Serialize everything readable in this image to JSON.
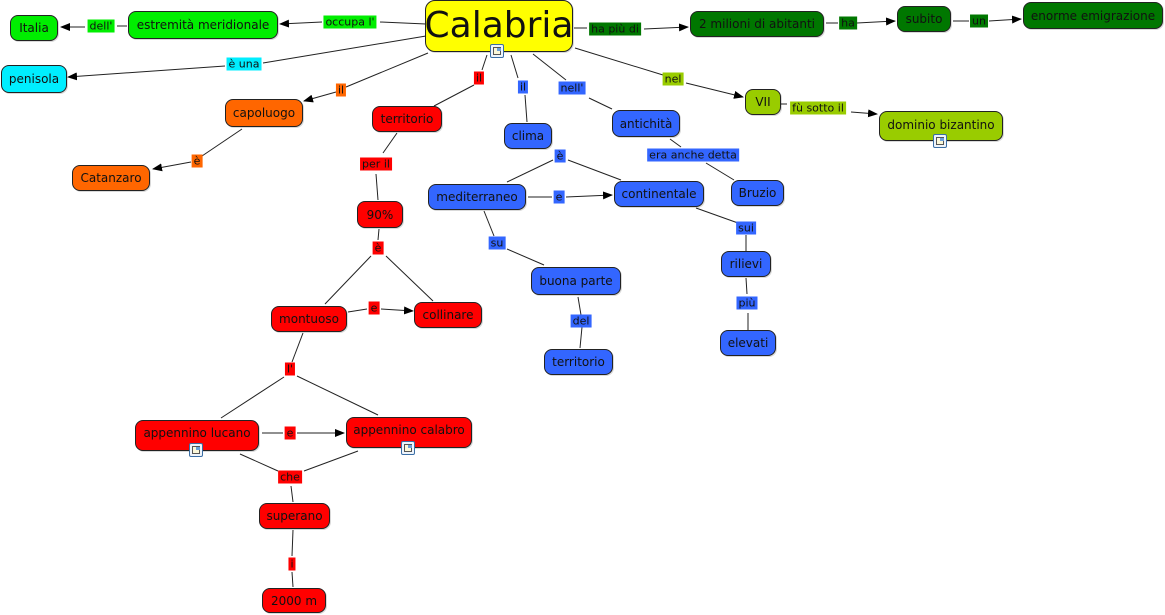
{
  "colors": {
    "yellow": "#ffff00",
    "light_green": "#00ee00",
    "dark_green": "#007700",
    "cyan": "#00eeff",
    "orange": "#ff6600",
    "red": "#ff0000",
    "blue": "#3366ff",
    "olive": "#99cc00"
  },
  "nodes": {
    "calabria": "Calabria",
    "estremita": "estremità meridionale",
    "italia": "Italia",
    "penisola": "penisola",
    "capoluogo": "capoluogo",
    "catanzaro": "Catanzaro",
    "territorio1": "territorio",
    "percent90": "90%",
    "montuoso": "montuoso",
    "collinare": "collinare",
    "app_lucano": "appennino lucano",
    "app_calabro": "appennino calabro",
    "superano": "superano",
    "m2000": "2000 m",
    "clima": "clima",
    "mediterraneo": "mediterraneo",
    "continentale": "continentale",
    "buona_parte": "buona parte",
    "territorio2": "territorio",
    "antichita": "antichità",
    "bruzio": "Bruzio",
    "rilievi": "rilievi",
    "elevati": "elevati",
    "abitanti": "2 milioni di abitanti",
    "subito": "subito",
    "emigrazione": "enorme emigrazione",
    "vii": "VII",
    "bizantino": "dominio bizantino"
  },
  "links": {
    "occupa": "occupa l'",
    "dell": "dell'",
    "e_una": "è una",
    "il_capoluogo": "il",
    "e_catanzaro": "è",
    "il_territorio": "il",
    "per_il": "per il",
    "e_90": "è",
    "e_montuoso": "e",
    "l_app": "l'",
    "e_app": "e",
    "che": "che",
    "i": "i",
    "il_clima": "il",
    "e_clima": "è",
    "e_medit": "e",
    "su": "su",
    "del": "del",
    "nell": "nell'",
    "era_anche": "era anche detta",
    "sui": "sui",
    "piu": "più",
    "ha_piu_di": "ha più di",
    "ha": "ha",
    "un": "un",
    "nel": "nel",
    "fu_sotto": "fù sotto il"
  }
}
